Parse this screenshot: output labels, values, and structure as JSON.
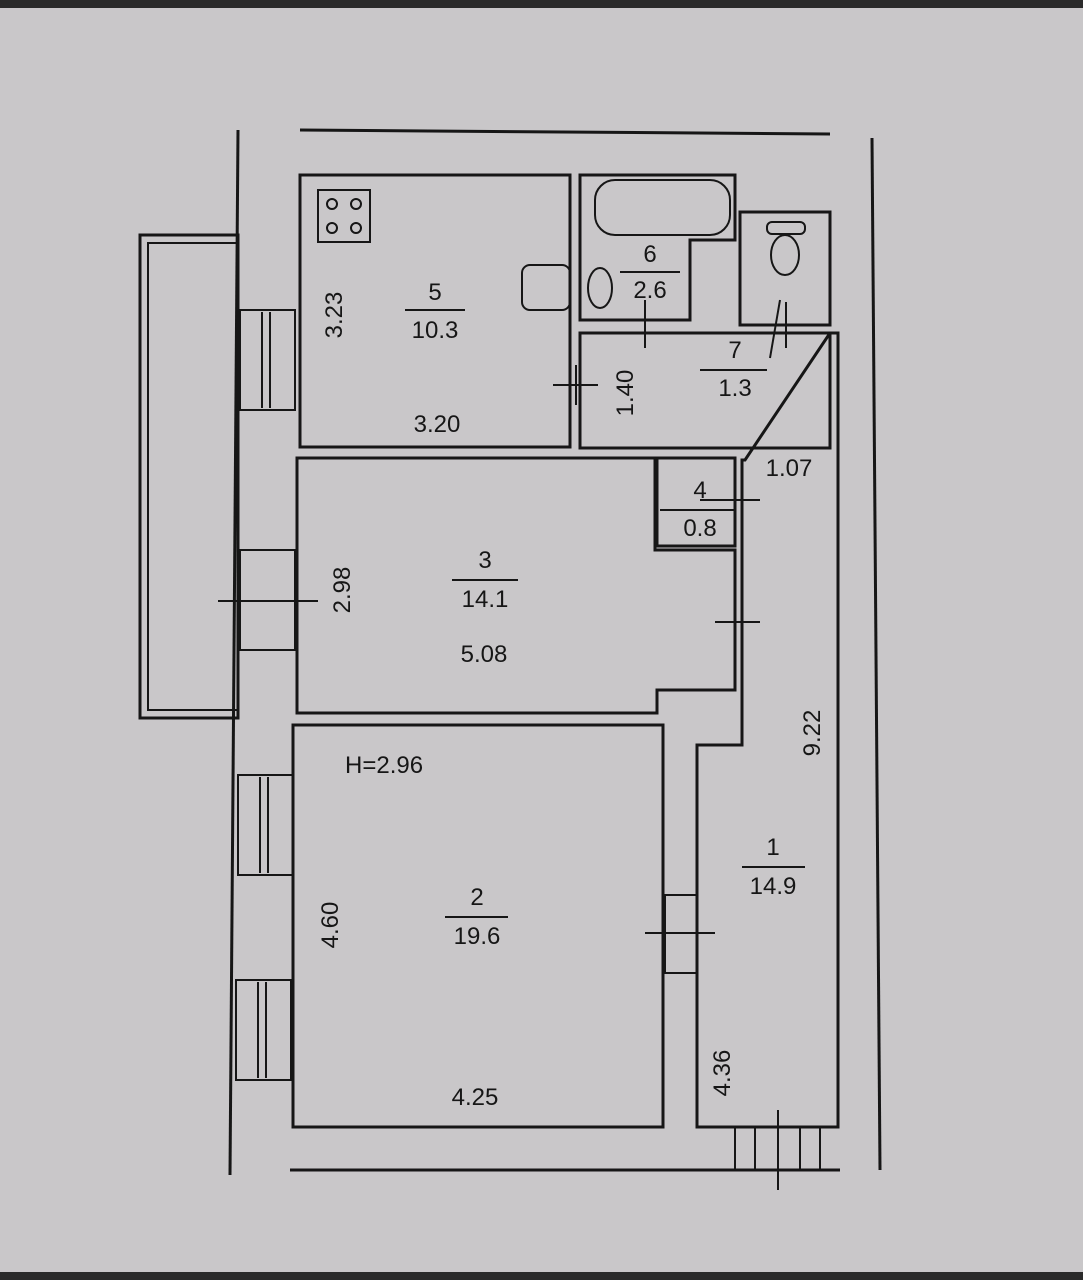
{
  "plan": {
    "ceiling_height": "H=2.96",
    "rooms": [
      {
        "number": "1",
        "area": "14.9"
      },
      {
        "number": "2",
        "area": "19.6"
      },
      {
        "number": "3",
        "area": "14.1"
      },
      {
        "number": "4",
        "area": "0.8"
      },
      {
        "number": "5",
        "area": "10.3"
      },
      {
        "number": "6",
        "area": "2.6"
      },
      {
        "number": "7",
        "area": "1.3"
      }
    ],
    "dimensions": {
      "kitchen_height": "3.23",
      "kitchen_width": "3.20",
      "corridor7_height": "1.40",
      "corridor_width": "1.07",
      "room3_height": "2.98",
      "room3_width": "5.08",
      "hall_length": "9.22",
      "room2_height": "4.60",
      "room2_width": "4.25",
      "hall_lower": "4.36"
    }
  }
}
